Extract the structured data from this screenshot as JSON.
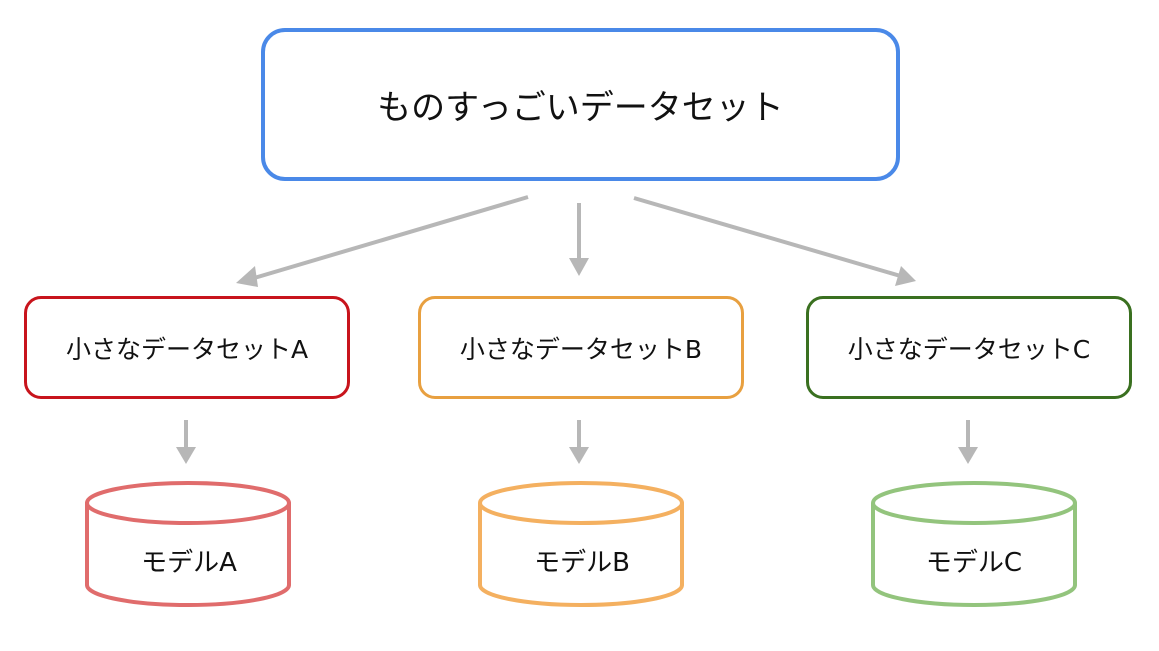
{
  "main": {
    "label": "ものすっごいデータセット",
    "color": "#4a89e8"
  },
  "datasets": [
    {
      "label": "小さなデータセットA",
      "color": "#c8141c"
    },
    {
      "label": "小さなデータセットB",
      "color": "#e8a040"
    },
    {
      "label": "小さなデータセットC",
      "color": "#3a7020"
    }
  ],
  "models": [
    {
      "label": "モデルA",
      "color": "#e06c6c",
      "shape": "cylinder"
    },
    {
      "label": "モデルB",
      "color": "#f4b060",
      "shape": "cylinder"
    },
    {
      "label": "モデルC",
      "color": "#93c47d",
      "shape": "cylinder"
    }
  ],
  "arrow_color": "#b7b7b7"
}
